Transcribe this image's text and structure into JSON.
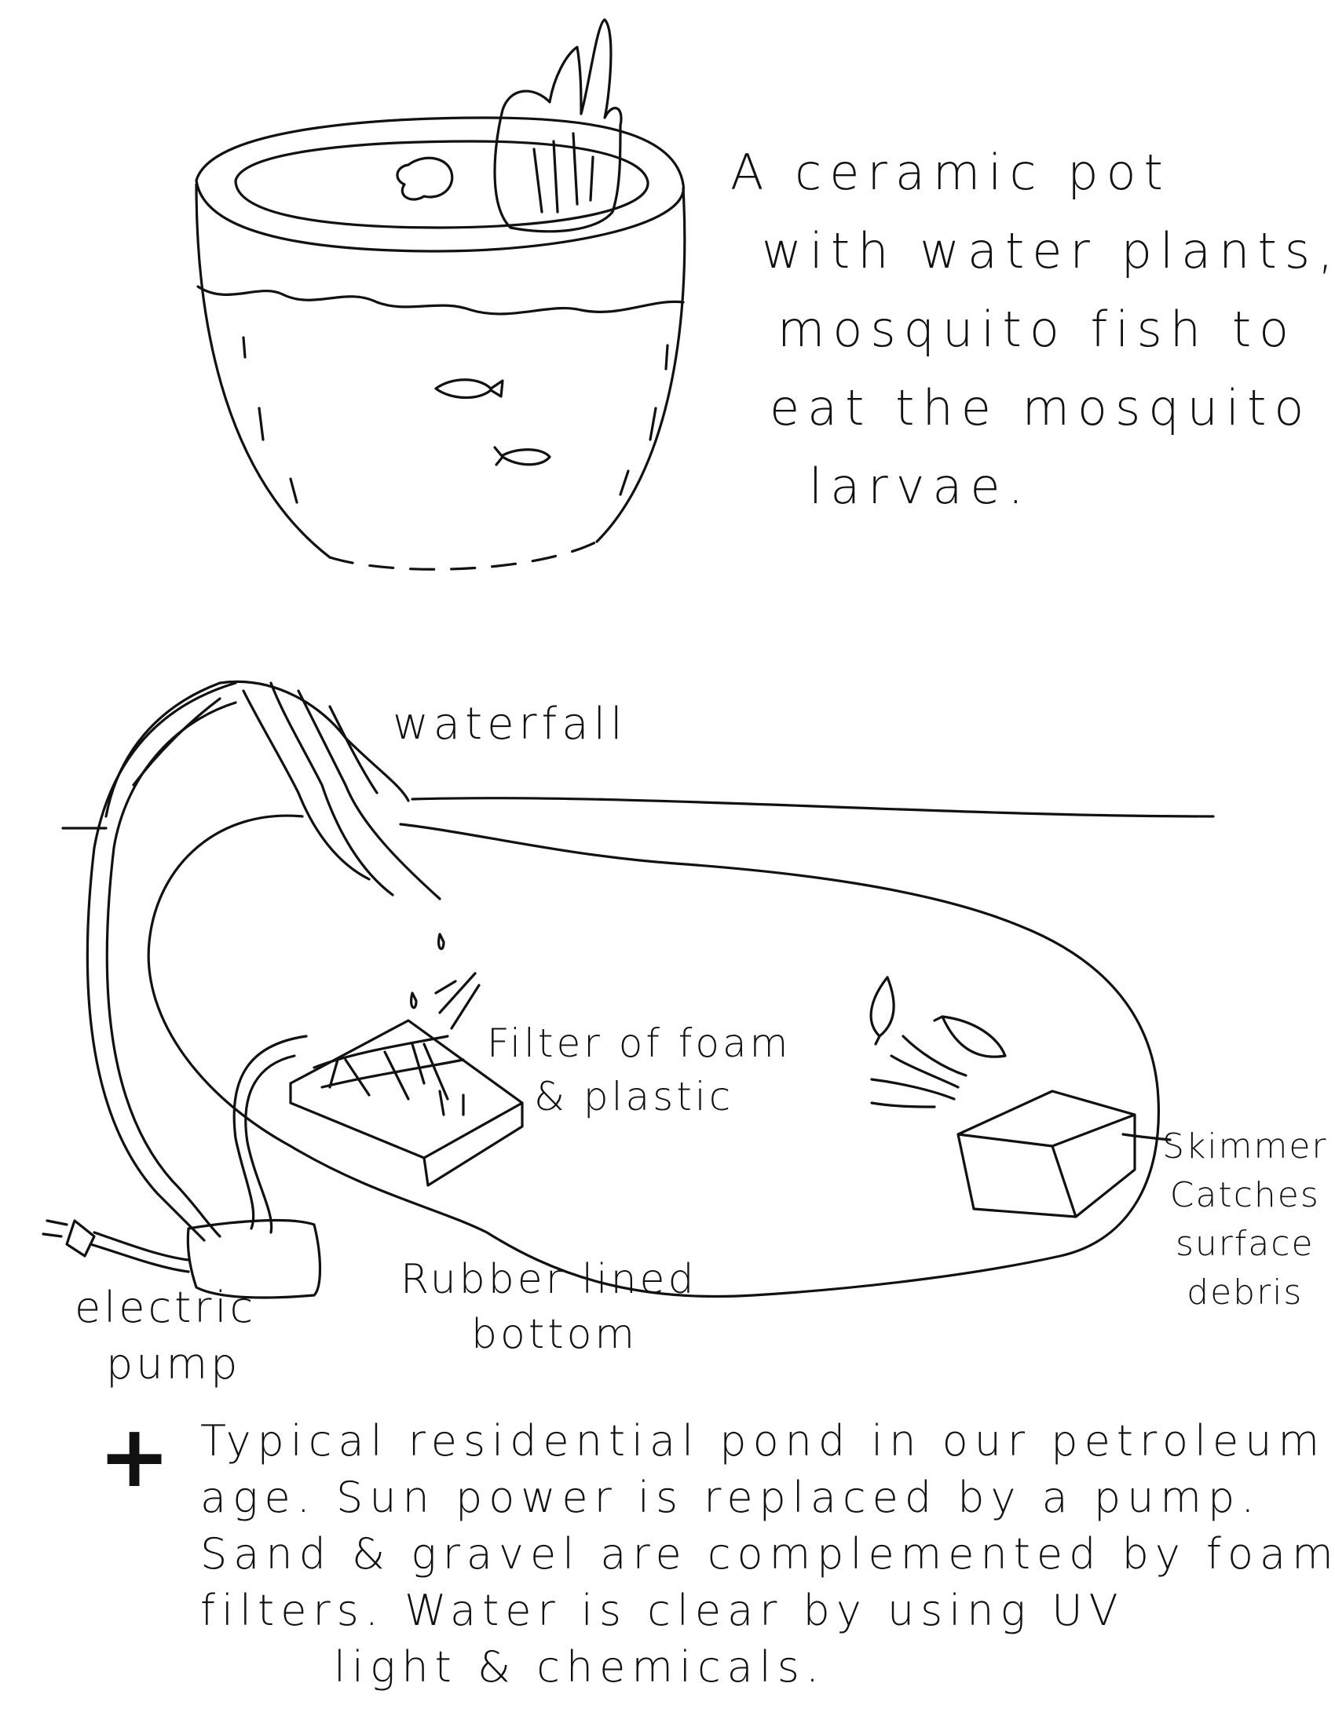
{
  "pot_caption": {
    "line1": "A ceramic pot",
    "line2": "with water plants,",
    "line3": "mosquito fish to",
    "line4": "eat the mosquito",
    "line5": "larvae."
  },
  "labels": {
    "waterfall": "waterfall",
    "filter_line1": "Filter of foam",
    "filter_line2": "& plastic",
    "skimmer_line1": "Skimmer",
    "skimmer_line2": "Catches",
    "skimmer_line3": "surface",
    "skimmer_line4": "debris",
    "pump_line1": "electric",
    "pump_line2": "pump",
    "rubber_line1": "Rubber lined",
    "rubber_line2": "bottom"
  },
  "bottom_caption": {
    "marker": "+",
    "line1": "Typical residential pond in our petroleum",
    "line2": "age. Sun power is replaced by a pump.",
    "line3": "Sand & gravel are complemented by foam",
    "line4": "filters. Water is clear by using UV",
    "line5": "light & chemicals."
  }
}
